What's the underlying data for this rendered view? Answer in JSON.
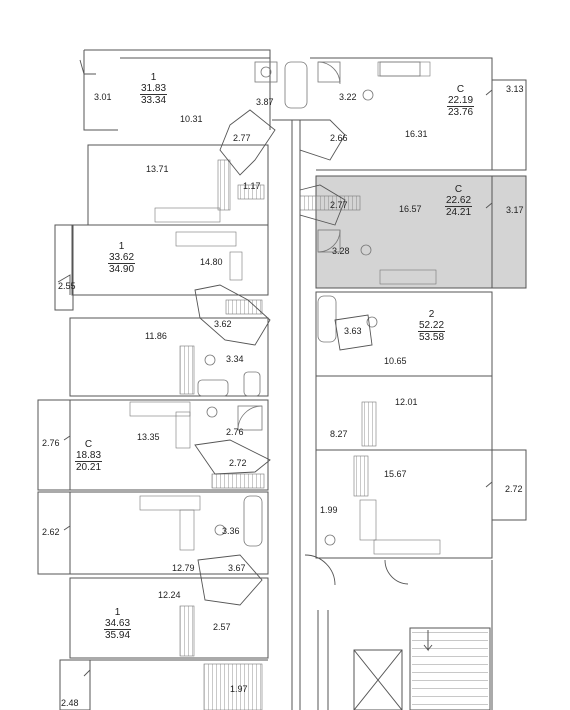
{
  "apartments": [
    {
      "id": "a1",
      "type": "1",
      "living": "31.83",
      "total": "33.34"
    },
    {
      "id": "a2",
      "type": "C",
      "living": "22.19",
      "total": "23.76"
    },
    {
      "id": "a3",
      "type": "C",
      "living": "22.62",
      "total": "24.21",
      "highlighted": true
    },
    {
      "id": "a4",
      "type": "1",
      "living": "33.62",
      "total": "34.90"
    },
    {
      "id": "a5",
      "type": "2",
      "living": "52.22",
      "total": "53.58"
    },
    {
      "id": "a6",
      "type": "C",
      "living": "18.83",
      "total": "20.21"
    },
    {
      "id": "a7",
      "type": "1",
      "living": "34.63",
      "total": "35.94"
    }
  ],
  "rooms": {
    "r301": "3.01",
    "r1031": "10.31",
    "r387": "3.87",
    "r277a": "2.77",
    "r322": "3.22",
    "r266": "2.66",
    "r1631": "16.31",
    "r313": "3.13",
    "r1371": "13.71",
    "r117": "1.17",
    "r277b": "2.77",
    "r1657": "16.57",
    "r317": "3.17",
    "r328": "3.28",
    "r1480": "14.80",
    "r255": "2.55",
    "r362": "3.62",
    "r363": "3.63",
    "r1186": "11.86",
    "r334": "3.34",
    "r1065": "10.65",
    "r1201": "12.01",
    "r1335": "13.35",
    "r276a": "2.76",
    "r276b": "2.76",
    "r272": "2.72",
    "r827": "8.27",
    "r1567": "15.67",
    "r272b": "2.72",
    "r262": "2.62",
    "r336": "3.36",
    "r199": "1.99",
    "r1279": "12.79",
    "r367": "3.67",
    "r1224": "12.24",
    "r257": "2.57",
    "r248": "2.48",
    "r197": "1.97"
  },
  "colors": {
    "wall": "#555555",
    "highlight": "#d4d4d4",
    "fixture": "#777777"
  }
}
